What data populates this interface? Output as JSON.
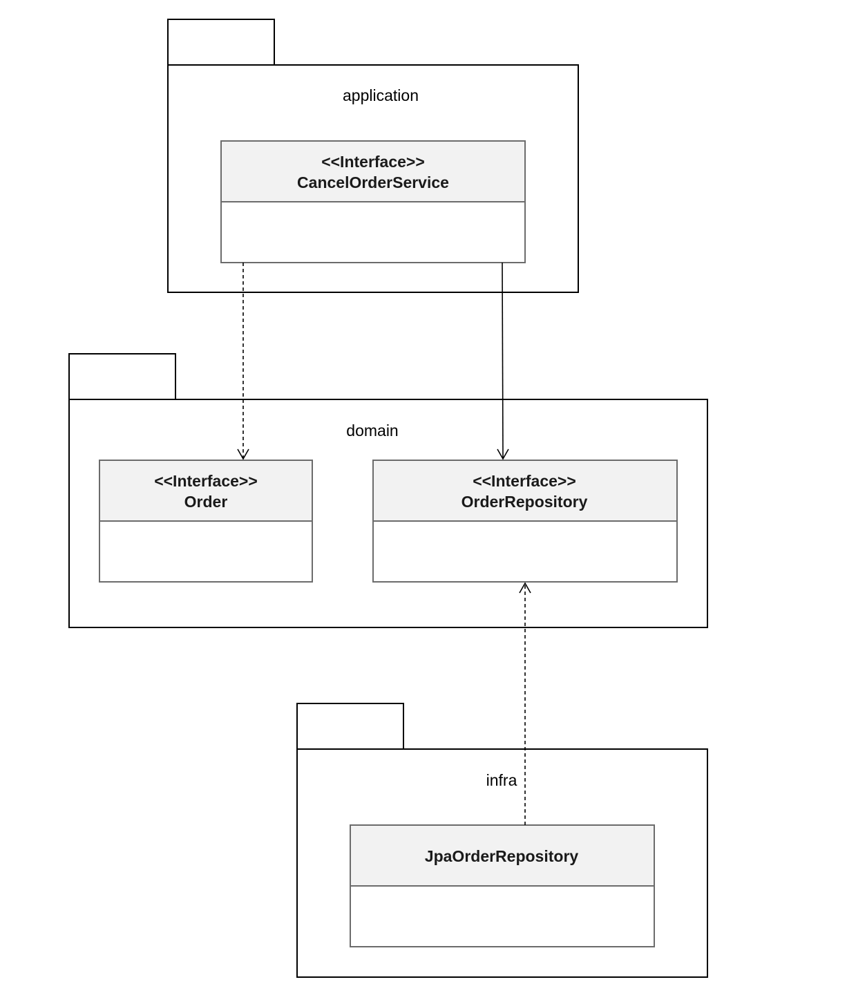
{
  "packages": {
    "application": {
      "label": "application"
    },
    "domain": {
      "label": "domain"
    },
    "infra": {
      "label": "infra"
    }
  },
  "classes": {
    "cancel_order_service": {
      "stereotype": "<<Interface>>",
      "name": "CancelOrderService"
    },
    "order": {
      "stereotype": "<<Interface>>",
      "name": "Order"
    },
    "order_repository": {
      "stereotype": "<<Interface>>",
      "name": "OrderRepository"
    },
    "jpa_order_repository": {
      "name": "JpaOrderRepository"
    }
  },
  "relationships": [
    {
      "from": "CancelOrderService",
      "to": "Order",
      "kind": "dependency",
      "style": "dashed-open-arrow"
    },
    {
      "from": "CancelOrderService",
      "to": "OrderRepository",
      "kind": "association",
      "style": "solid-open-arrow"
    },
    {
      "from": "JpaOrderRepository",
      "to": "OrderRepository",
      "kind": "dependency",
      "style": "dashed-open-arrow"
    }
  ]
}
